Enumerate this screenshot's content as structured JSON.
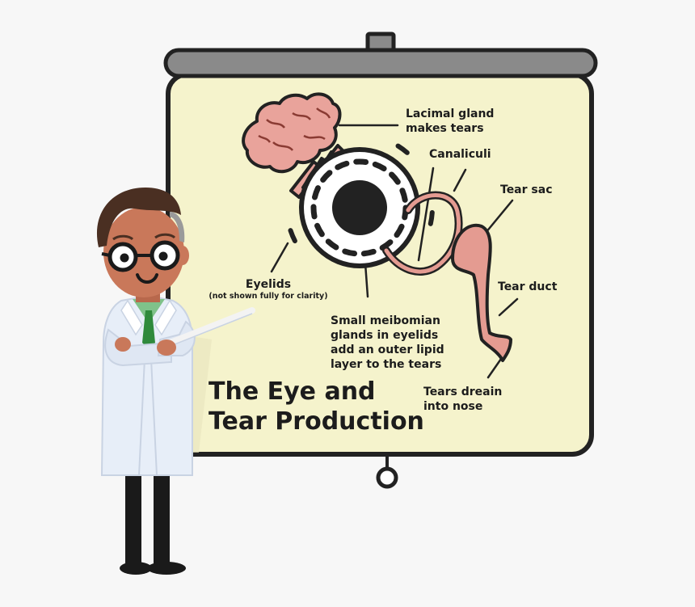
{
  "title": {
    "line1": "The Eye and",
    "line2": "Tear Production"
  },
  "labels": {
    "lacrimal_gland": [
      "Lacimal gland",
      "makes tears"
    ],
    "canaliculi": "Canaliculi",
    "tear_sac": "Tear sac",
    "tear_duct": "Tear duct",
    "eyelids": "Eyelids",
    "eyelids_note": "(not shown fully for clarity)",
    "meibomian": [
      "Small meibomian",
      "glands in eyelids",
      "add an outer lipid",
      "layer to the tears"
    ],
    "nose": [
      "Tears dreain",
      "into nose"
    ]
  },
  "colors": {
    "board": "#f5f3cc",
    "outline": "#222222",
    "roller": "#8a8a8a",
    "gland": "#e9a39b",
    "duct": "#e49b91",
    "skin": "#c9785a",
    "coat": "#e7eef8",
    "hair": "#4a2f22"
  }
}
